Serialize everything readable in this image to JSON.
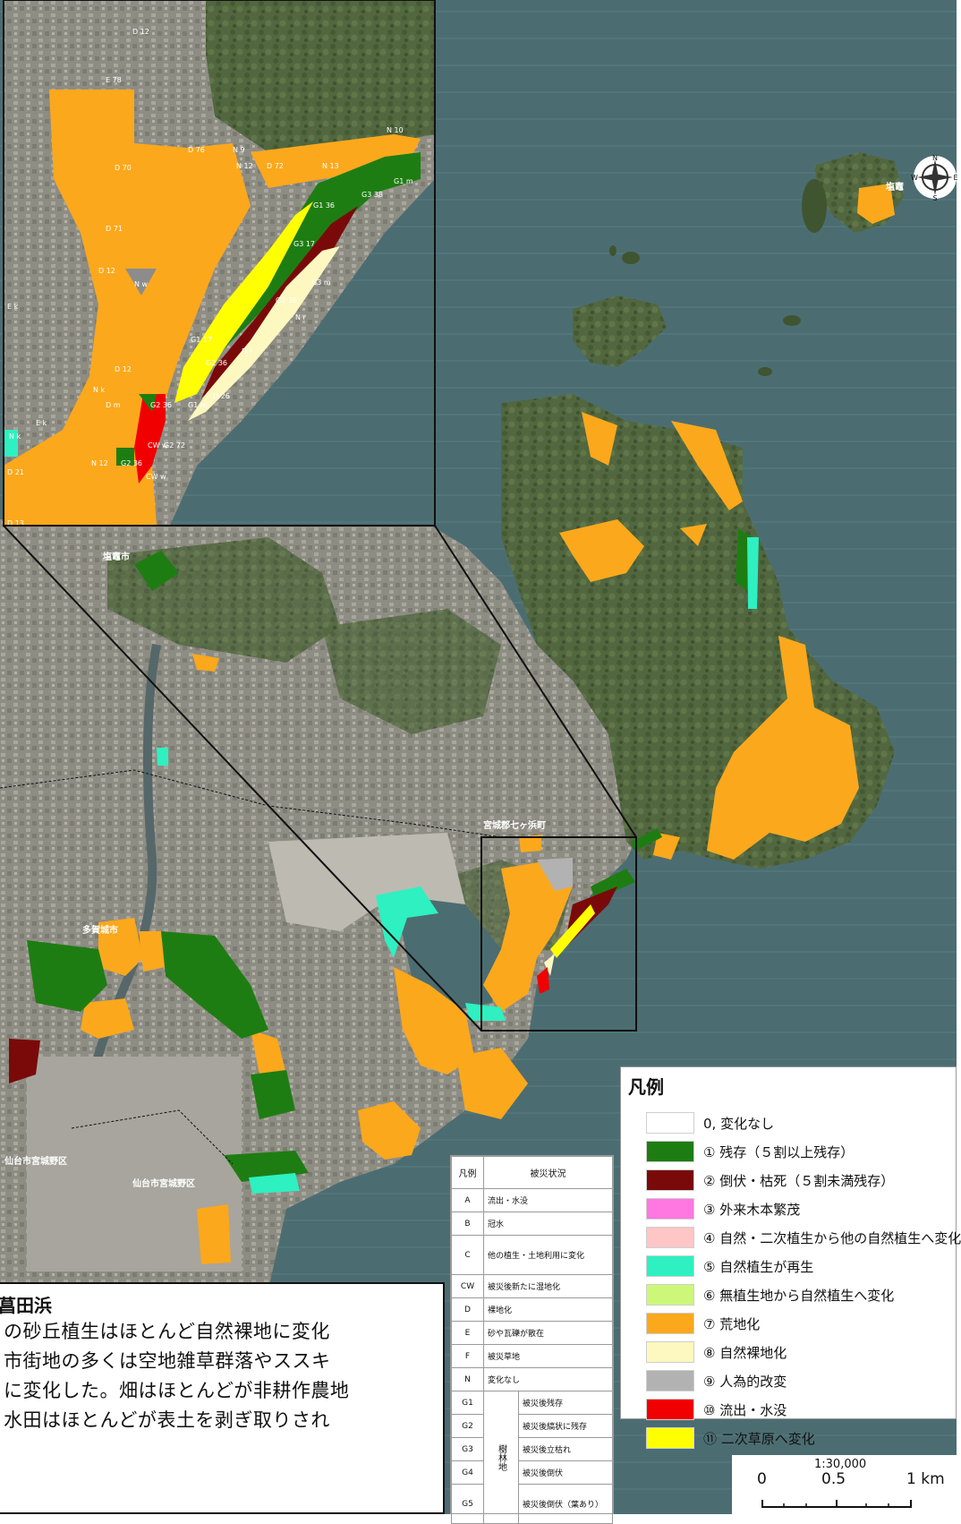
{
  "map": {
    "place_labels": [
      {
        "text": "塩竈市",
        "kind": "blue"
      },
      {
        "text": "宮城郡七ヶ浜町",
        "kind": "blue"
      },
      {
        "text": "多賀城市",
        "kind": "blue"
      },
      {
        "text": "仙台市宮城野区",
        "kind": "blue"
      },
      {
        "text": "仙台市宮城野区",
        "kind": "blue"
      },
      {
        "text": "塩竈",
        "kind": "blue"
      }
    ],
    "inset_labels": [
      "D 12",
      "E 78",
      "D 76",
      "D 70",
      "D 72",
      "N 9",
      "N 12",
      "N 13",
      "N 10",
      "G1 m",
      "G1 36",
      "G3 38",
      "D 71",
      "N w",
      "D 12",
      "G3 17",
      "G3 m",
      "G3 36",
      "D r",
      "N r",
      "G1 17",
      "G2 36",
      "D 26",
      "G1 m",
      "G2 36",
      "CW w",
      "G2 72",
      "G2 36",
      "CW w",
      "N 12",
      "D 12",
      "D 21",
      "D 13",
      "N k",
      "D m",
      "E k",
      "E k",
      "N k"
    ],
    "compass": {
      "n": "N",
      "s": "S",
      "e": "E",
      "w": "W"
    }
  },
  "legend": {
    "title": "凡例",
    "items": [
      {
        "label": "0, 変化なし",
        "color": "#ffffff"
      },
      {
        "label": "① 残存（５割以上残存）",
        "color": "#1e7d12"
      },
      {
        "label": "② 倒伏・枯死（５割未満残存）",
        "color": "#7a0a0a"
      },
      {
        "label": "③ 外来木本繁茂",
        "color": "#ff77e0"
      },
      {
        "label": "④ 自然・二次植生から他の自然植生へ変化",
        "color": "#ffc6c6"
      },
      {
        "label": "⑤ 自然植生が再生",
        "color": "#2ef0c0"
      },
      {
        "label": "⑥ 無植生地から自然植生へ変化",
        "color": "#cdf779"
      },
      {
        "label": "⑦ 荒地化",
        "color": "#fca81c"
      },
      {
        "label": "⑧ 自然裸地化",
        "color": "#fdf7c0"
      },
      {
        "label": "⑨ 人為的改変",
        "color": "#b2b2b2"
      },
      {
        "label": "⑩ 流出・水没",
        "color": "#f00000"
      },
      {
        "label": "⑪ 二次草原へ変化",
        "color": "#ffff00"
      }
    ]
  },
  "damage_legend": {
    "header": {
      "code": "凡例",
      "status": "被災状況"
    },
    "rows": [
      {
        "code": "A",
        "label": "流出・水没"
      },
      {
        "code": "B",
        "label": "冠水"
      },
      {
        "code": "C",
        "label": "他の植生・土地利用に変化"
      },
      {
        "code": "CW",
        "label": "被災後新たに湿地化"
      },
      {
        "code": "D",
        "label": "裸地化"
      },
      {
        "code": "E",
        "label": "砂や瓦礫が散在"
      },
      {
        "code": "F",
        "label": "被災草地"
      },
      {
        "code": "N",
        "label": "変化なし"
      }
    ],
    "forest_group": "樹林地",
    "forest_rows": [
      {
        "code": "G1",
        "label": "被災後残存"
      },
      {
        "code": "G2",
        "label": "被災後縞状に残存"
      },
      {
        "code": "G3",
        "label": "被災後立枯れ"
      },
      {
        "code": "G4",
        "label": "被災後倒伏"
      },
      {
        "code": "G5",
        "label": "被災後倒伏（葉あり）"
      }
    ]
  },
  "textbox": {
    "title": "菖田浜",
    "lines": [
      "の砂丘植生はほとんど自然裸地に変化",
      "市街地の多くは空地雑草群落やススキ",
      "に変化した。畑はほとんどが非耕作農地",
      "水田はほとんどが表土を剥ぎ取りされ"
    ]
  },
  "scalebar": {
    "ratio": "1:30,000",
    "ticks": [
      "0",
      "0.5",
      "1 km"
    ]
  },
  "colors": {
    "sea": "#4a6e72",
    "land": "#6f7a5e",
    "urban": "#8f8f86",
    "orange": "#fca81c",
    "green": "#1e7d12",
    "darkred": "#7a0a0a",
    "cyan": "#2ef0c0",
    "yellow": "#ffff00",
    "cream": "#fdf7c0"
  }
}
